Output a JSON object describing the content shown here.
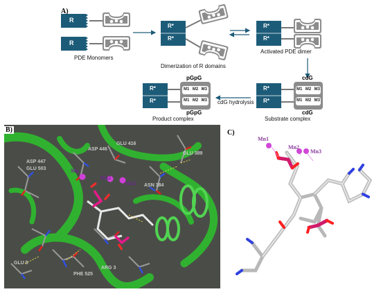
{
  "panelA": {
    "tag": "A)",
    "monomer_label": "R",
    "activated_label": "R*",
    "captions": {
      "monomers": "PDE Monomers",
      "dimerization": "Dimerization of R domains",
      "activated": "Activated PDE dimer",
      "substrate": "Substrate complex",
      "product": "Product complex",
      "hydrolysis": "cdG hydrolysis"
    },
    "substrate_tag": "cdG",
    "product_tag": "pGpG",
    "metals": [
      "M1",
      "M2",
      "M3"
    ],
    "colors": {
      "domain": "#1d5c79",
      "catalytic": "#8a8a8a",
      "arrow": "#1d5c79"
    }
  },
  "panelB": {
    "tag": "B)",
    "residues": [
      "ASP 446",
      "GLU 416",
      "GLU 389",
      "ASP 447",
      "GLU 503",
      "ASN 384",
      "GLU 5",
      "PHE 525",
      "ARG 3"
    ],
    "ions": [
      "Mn",
      "Mn2",
      "Mn3"
    ]
  },
  "panelC": {
    "tag": "C)",
    "ions": [
      "Mn1",
      "Mn2",
      "Mn3"
    ]
  }
}
